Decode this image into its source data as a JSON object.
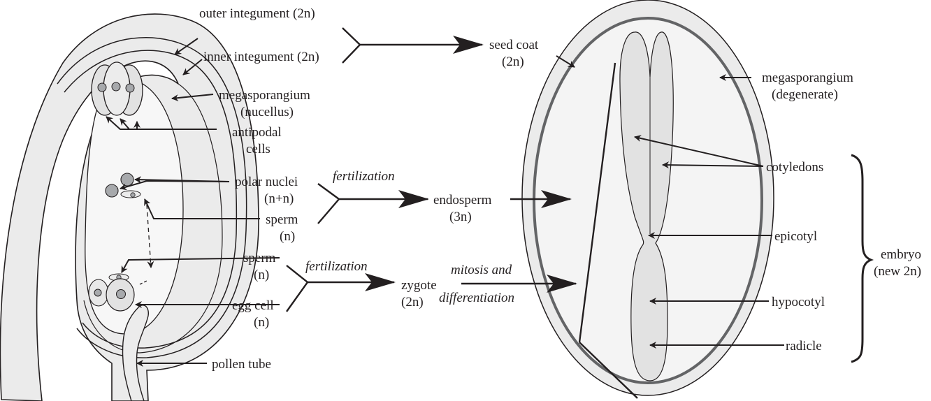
{
  "ovule": {
    "outer_integument": "outer integument (2n)",
    "inner_integument": "inner integument (2n)",
    "megasporangium_l1": "megasporangium",
    "megasporangium_l2": "(nucellus)",
    "antipodal_l1": "antipodal",
    "antipodal_l2": "cells",
    "polar_l1": "polar nuclei",
    "polar_l2": "(n+n)",
    "sperm1_l1": "sperm",
    "sperm1_l2": "(n)",
    "sperm2_l1": "sperm",
    "sperm2_l2": "(n)",
    "egg_l1": "egg cell",
    "egg_l2": "(n)",
    "pollen_tube": "pollen tube"
  },
  "process": {
    "fertilization_1": "fertilization",
    "fertilization_2": "fertilization",
    "mitosis_l1": "mitosis and",
    "mitosis_l2": "differentiation"
  },
  "products": {
    "seed_coat_l1": "seed coat",
    "seed_coat_l2": "(2n)",
    "endosperm_l1": "endosperm",
    "endosperm_l2": "(3n)",
    "zygote_l1": "zygote",
    "zygote_l2": "(2n)"
  },
  "seed": {
    "megasporangium_l1": "megasporangium",
    "megasporangium_l2": "(degenerate)",
    "cotyledons": "cotyledons",
    "epicotyl": "epicotyl",
    "hypocotyl": "hypocotyl",
    "radicle": "radicle",
    "embryo_l1": "embryo",
    "embryo_l2": "(new 2n)"
  },
  "colors": {
    "line": "#231f20",
    "tissue_fill": "#ebebeb",
    "cell_fill": "#e2e2e2",
    "nucleus_fill": "#a7a9ac",
    "seed_wall": "#636466"
  }
}
